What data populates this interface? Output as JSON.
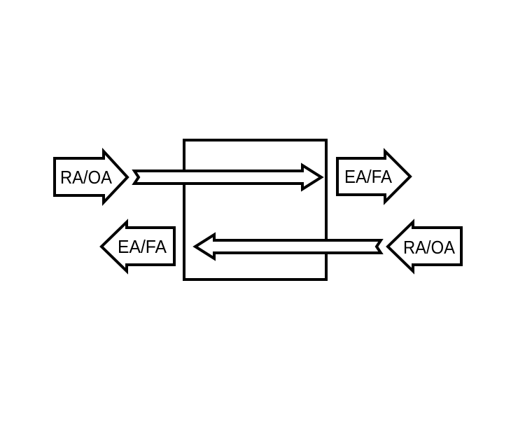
{
  "diagram": {
    "top_left_label": "RA/OA",
    "top_right_label": "EA/FA",
    "bottom_left_label": "EA/FA",
    "bottom_right_label": "RA/OA"
  }
}
